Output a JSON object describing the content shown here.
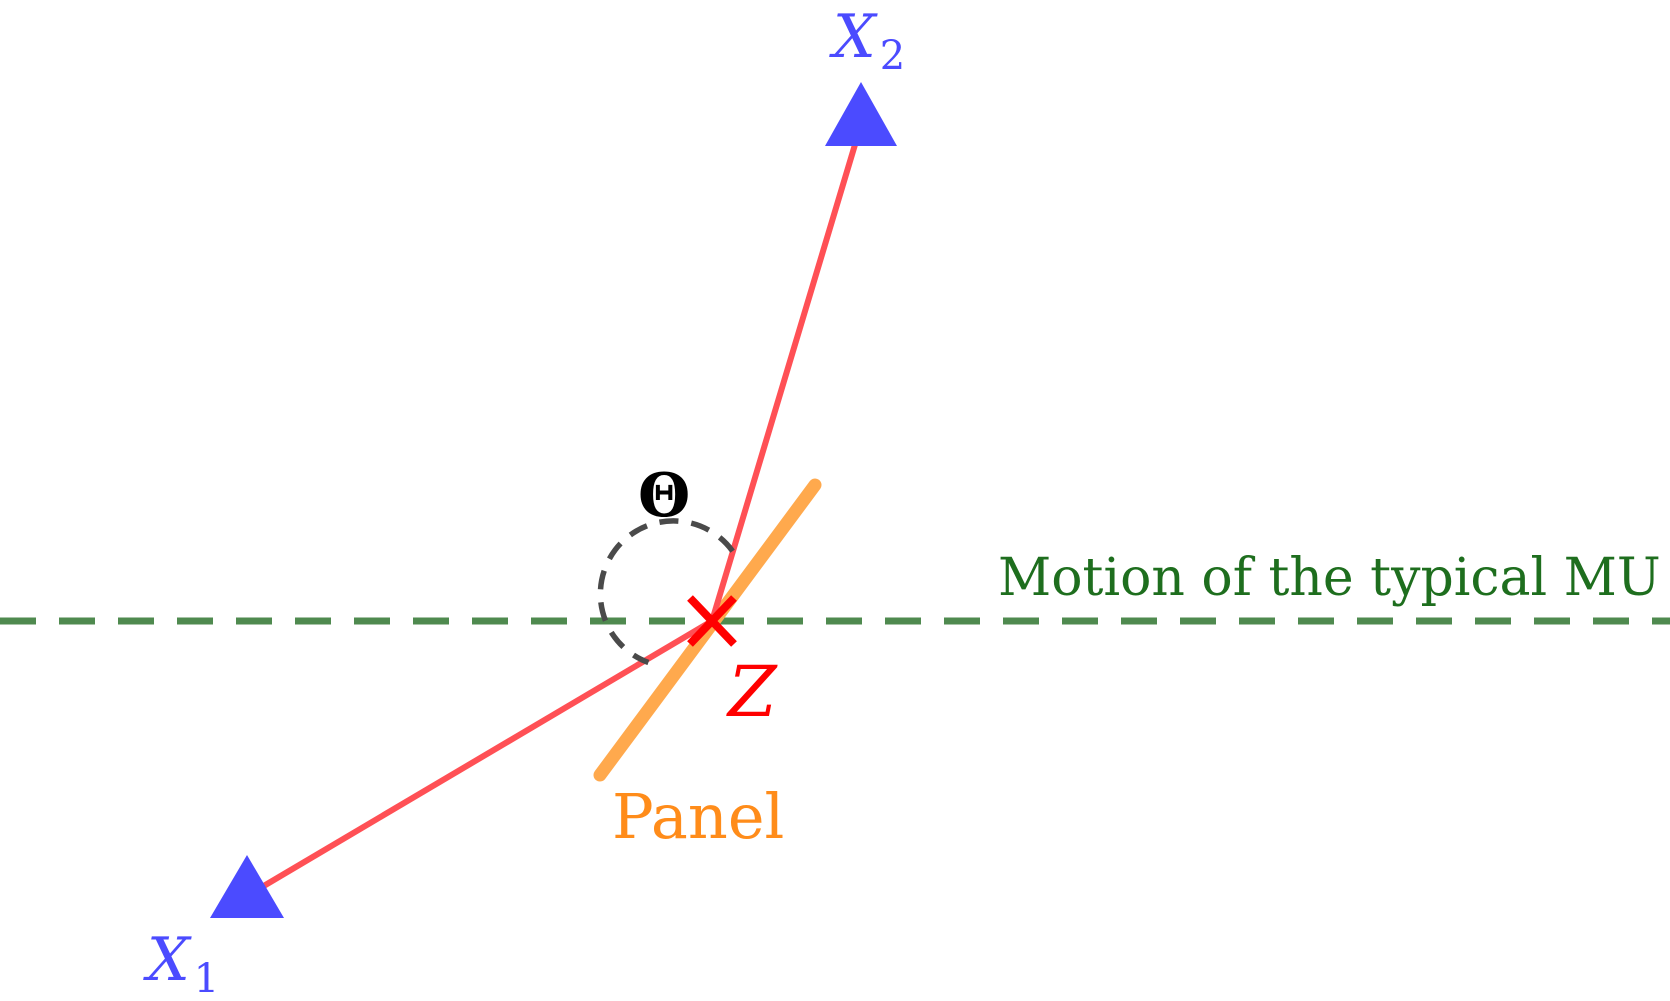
{
  "labels": {
    "x1": "X",
    "x1_sub": "1",
    "x2": "X",
    "x2_sub": "2",
    "z": "Z",
    "theta": "Θ",
    "panel": "Panel",
    "motion": "Motion of the typical MU"
  },
  "colors": {
    "receiver": "#4b4bff",
    "path": "#ff5055",
    "intersection": "#ff0000",
    "panel": "#ffa94d",
    "panel_label": "#ff8c1a",
    "motion": "#4f8a4f",
    "motion_label": "#1e6e1e",
    "angle_arc": "#4a4a4a",
    "theta": "#000000"
  },
  "icons": {
    "receiver_marker": "triangle-up",
    "intersection_marker": "cross-x"
  }
}
